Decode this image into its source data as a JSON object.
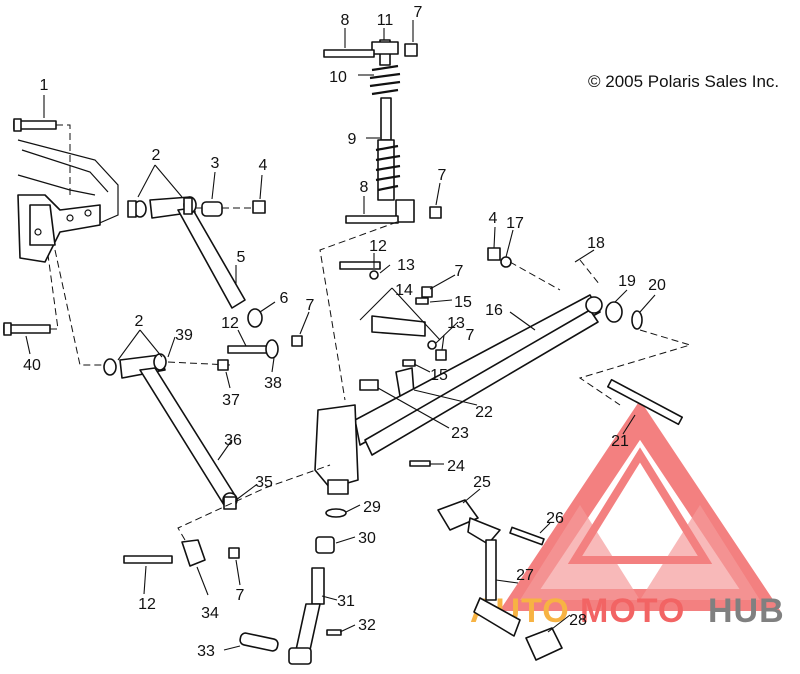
{
  "copyright": "© 2005 Polaris Sales Inc.",
  "callouts": [
    "1",
    "2",
    "3",
    "4",
    "5",
    "6",
    "7",
    "8",
    "9",
    "10",
    "11",
    "12",
    "13",
    "14",
    "15",
    "16",
    "17",
    "18",
    "19",
    "20",
    "21",
    "22",
    "23",
    "24",
    "25",
    "26",
    "27",
    "28",
    "29",
    "30",
    "31",
    "32",
    "33",
    "34",
    "35",
    "36",
    "37",
    "38",
    "39",
    "40"
  ],
  "watermark": {
    "part1": "AUTO",
    "part2": "MOTO",
    "part3": "HUB",
    "colors": {
      "red": "#f04a4a",
      "orange": "#f6a623",
      "gray": "#6b6b6b"
    }
  }
}
